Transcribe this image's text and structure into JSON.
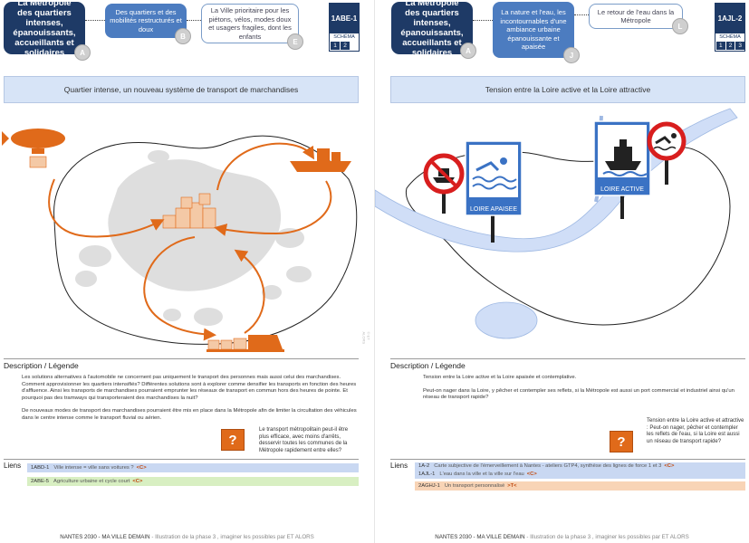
{
  "left": {
    "header": {
      "main": "La Métropole des quartiers intenses, épanouissants, accueillants et solidaires",
      "main_letter": "A",
      "mid": "Des quartiers et des mobilités restructurés et doux",
      "mid_letter": "B",
      "light": "La Ville prioritaire pour les piétons, vélos, modes doux et usagers fragiles, dont les enfants",
      "light_letter": "E",
      "code": "1ABE-1",
      "schema_label": "SCHÉMA",
      "schema_nums": [
        "1",
        "2"
      ]
    },
    "title": "Quartier intense, un nouveau système de transport de marchandises",
    "credit": "© ET ALORS",
    "description_title": "Description / Légende",
    "paragraphs": [
      "Les solutions alternatives à l'automobile ne concernent pas uniquement le transport des personnes mais aussi celui des marchandises. Comment approvisionner les quartiers intensifiés? Différentes solutions sont à explorer comme densifier les transports en fonction des heures d'affluence. Ainsi les transports de marchandises pourraient emprunter les réseaux de transport en commun hors des heures de pointe. Et pourquoi pas des tramways qui transporteraient des marchandises la nuit?",
      "De nouveaux modes de transport des marchandises pourraient être mis en place dans la Métropole afin de limiter la circultation des véhicules dans le centre intense comme le transport fluvial ou aérien."
    ],
    "question_icon": "?",
    "question": "Le transport métropolitain peut-il être plus efficace, avec moins d'arrêts, desservir toutes les communes de la Métropole rapidement entre elles?",
    "liens_label": "Liens",
    "links": [
      {
        "code": "1ABD-1",
        "text": "Ville intense = ville sans voitures ?",
        "tag": "<C>",
        "color": "blue"
      },
      {
        "code": "2ABE-5",
        "text": "Agriculture urbaine et cycle court",
        "tag": "<C>",
        "color": "green"
      }
    ],
    "footer_strong": "NANTES 2030 - MA VILLE DEMAIN",
    "footer_rest": " - Illustration de la phase 3 , imaginer les possibles par ET ALORS"
  },
  "right": {
    "header": {
      "main": "La Métropole des quartiers intenses, épanouissants, accueillants et solidaires",
      "main_letter": "A",
      "mid": "La nature et l'eau, les incontournables d'une ambiance urbaine épanouissante et apaisée",
      "mid_letter": "J",
      "light": "Le retour de l'eau dans la Métropole",
      "light_letter": "L",
      "code": "1AJL-2",
      "schema_label": "SCHÉMA",
      "schema_nums": [
        "1",
        "2",
        "3"
      ]
    },
    "title": "Tension entre la Loire active et la Loire attractive",
    "sign_apaisee": "LOIRE APAISEE",
    "sign_active": "LOIRE ACTIVE",
    "description_title": "Description / Légende",
    "paragraphs": [
      "Tension entre la Loire active et la Loire apaisée et contemplative.",
      "Peut-on nager dans la Loire, y pêcher et contempler ses reflets, si la Métropole est aussi un port commercial et industriel ainsi qu'un réseau de transport rapide?"
    ],
    "question_icon": "?",
    "question": "Tension entre la Loire active et attractive : Peut-on nager, pêcher et contempler les reflets de l'eau, si la Loire est aussi un réseau de transport rapide?",
    "liens_label": "Liens",
    "links": [
      {
        "code": "1A-2",
        "text": "Carte subjective de l'émerveillement à Nantes - ateliers GTP4, synthèse des lignes de force 1 et 3",
        "tag": "<C>",
        "color": "blue"
      },
      {
        "code": "1AJL-1",
        "text": "L'eau dans la ville et la ville sur l'eau",
        "tag": "<C>",
        "color": "blue"
      },
      {
        "code": "2AGHJ-1",
        "text": "Un transport personnalisé",
        "tag": ">T<",
        "color": "orange"
      }
    ],
    "footer_strong": "NANTES 2030 - MA VILLE DEMAIN",
    "footer_rest": " - Illustration de la phase 3 , imaginer les possibles par ET ALORS"
  },
  "colors": {
    "navy": "#1e3a66",
    "mid_blue": "#4c7cc0",
    "title_bar": "#d7e4f7",
    "orange": "#e06a1a",
    "river": "#d0def7",
    "sign_red": "#d81e1e",
    "sign_blue": "#3a72c4"
  }
}
